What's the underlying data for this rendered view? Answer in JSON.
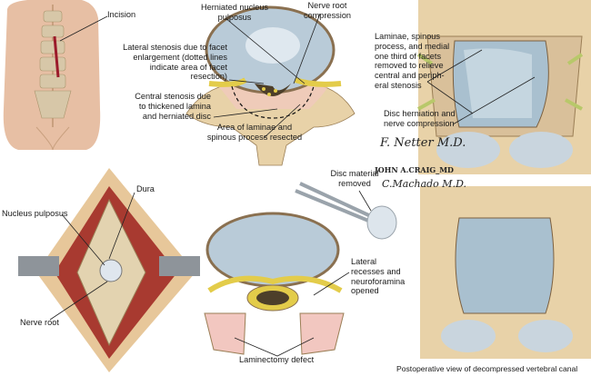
{
  "labels": {
    "incision": "Incision",
    "herniated_nucleus": "Herniated nucleus\npulposus",
    "nerve_root_compression": "Nerve root\ncompression",
    "lateral_stenosis": "Lateral stenosis due to facet\nenlargement (dotted lines\nindicate area of facet\nresection)",
    "central_stenosis": "Central stenosis due\nto thickened lamina\nand herniated disc",
    "area_resected": "Area of laminae and\nspinous process resected",
    "laminae_removed": "Laminae, spinous\nprocess, and medial\none third of facets\nremoved to relieve\ncentral and periph-\neral stenosis",
    "disc_herniation": "Disc herniation and\nnerve compression",
    "disc_material": "Disc material\nremoved",
    "dura": "Dura",
    "nucleus_pulposus": "Nucleus pulposus",
    "nerve_root": "Nerve root",
    "lateral_recesses": "Lateral\nrecesses and\nneuroforamina\nopened",
    "laminectomy_defect": "Laminectomy defect",
    "caption": "Postoperative view of decompressed vertebral canal"
  },
  "signatures": [
    "F. Netter M.D.",
    "JOHN A.CRAIG_MD",
    "C.Machado M.D."
  ],
  "colors": {
    "bone": "#e8d2a8",
    "disc": "#b9cbd8",
    "marrow": "#f2c7c0",
    "nerve": "#e3cc4a",
    "muscle": "#b5443a",
    "skin": "#e7bfa4"
  }
}
